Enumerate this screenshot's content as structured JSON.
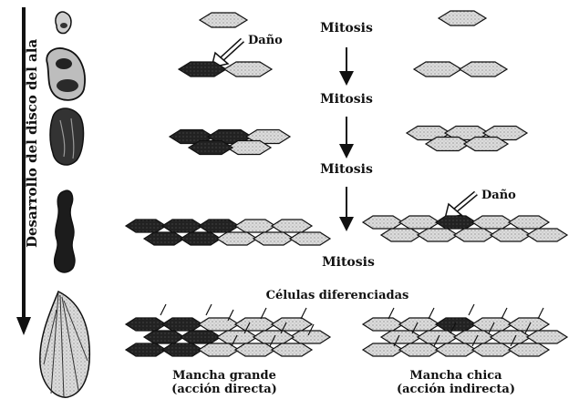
{
  "side_label": "Desarrollo del disco del ala",
  "labels": {
    "mitosis": "Mitosis",
    "damage": "Daño",
    "differentiated": "Células diferenciadas",
    "left_caption_1": "Mancha grande",
    "left_caption_2": "(acción directa)",
    "right_caption_1": "Mancha chica",
    "right_caption_2": "(acción indirecta)"
  },
  "stages": 5,
  "colors": {
    "ink": "#111111",
    "cell_fill": "#d9d9d9",
    "damaged_fill": "#1a1a1a",
    "background": "#ffffff"
  }
}
